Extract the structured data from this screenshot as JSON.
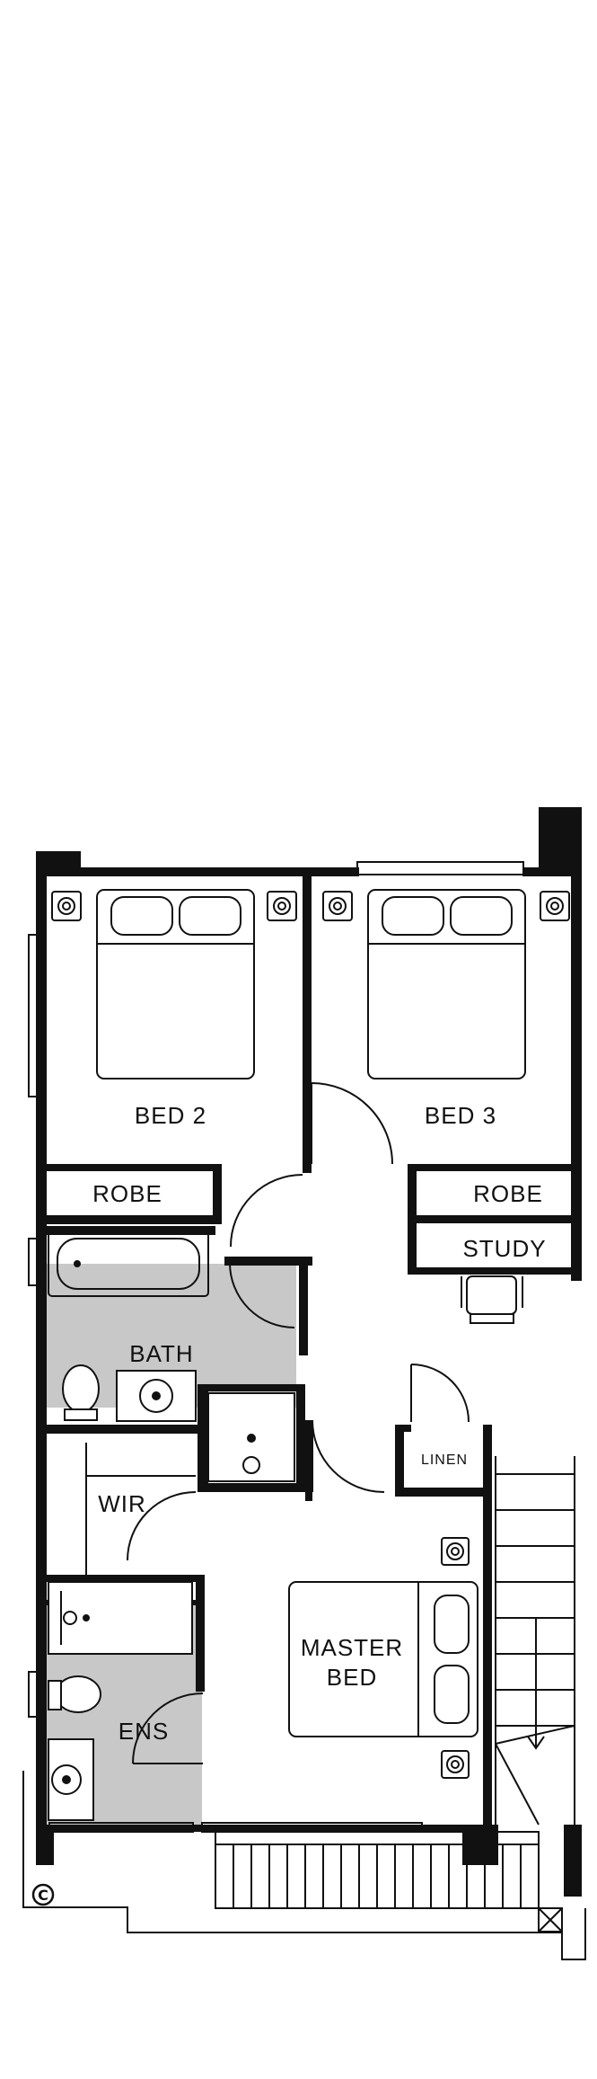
{
  "floorplan": {
    "rooms": {
      "bed2": "BED 2",
      "bed3": "BED 3",
      "robe_left": "ROBE",
      "robe_right": "ROBE",
      "study": "STUDY",
      "bath": "BATH",
      "linen": "LINEN",
      "wir": "WIR",
      "master_line1": "MASTER",
      "master_line2": "BED",
      "ens": "ENS"
    },
    "copyright_symbol": "C"
  },
  "colors": {
    "wall": "#111111",
    "wet_area": "#c8c8c8",
    "line": "#111111",
    "background": "#ffffff"
  }
}
